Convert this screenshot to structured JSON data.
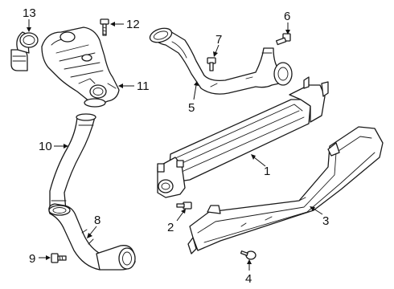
{
  "callouts": [
    {
      "id": "1",
      "label": "1",
      "part": "intercooler"
    },
    {
      "id": "2",
      "label": "2",
      "part": "bolt"
    },
    {
      "id": "3",
      "label": "3",
      "part": "air-deflector"
    },
    {
      "id": "4",
      "label": "4",
      "part": "screw"
    },
    {
      "id": "5",
      "label": "5",
      "part": "outlet-pipe"
    },
    {
      "id": "6",
      "label": "6",
      "part": "bolt"
    },
    {
      "id": "7",
      "label": "7",
      "part": "bolt"
    },
    {
      "id": "8",
      "label": "8",
      "part": "inlet-pipe"
    },
    {
      "id": "9",
      "label": "9",
      "part": "bolt"
    },
    {
      "id": "10",
      "label": "10",
      "part": "intake-hose"
    },
    {
      "id": "11",
      "label": "11",
      "part": "throttle-body-housing"
    },
    {
      "id": "12",
      "label": "12",
      "part": "bolt"
    },
    {
      "id": "13",
      "label": "13",
      "part": "elbow-connector"
    }
  ],
  "colors": {
    "line": "#1a1a1a",
    "background": "#ffffff"
  }
}
